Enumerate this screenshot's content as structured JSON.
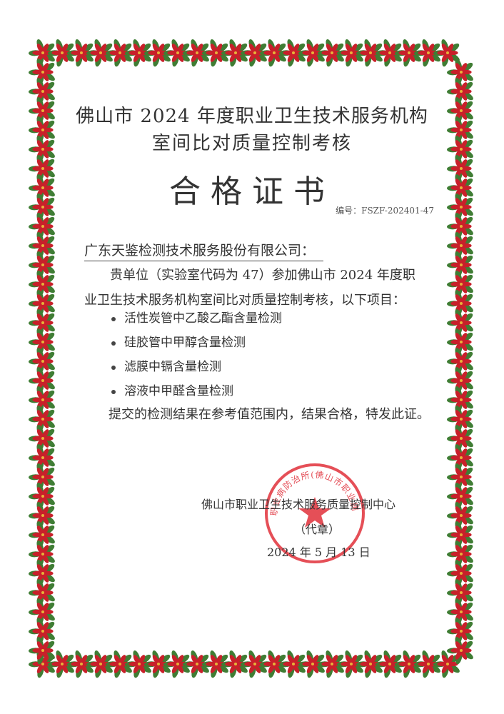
{
  "certificate": {
    "title_line1": "佛山市 2024 年度职业卫生技术服务机构",
    "title_line2": "室间比对质量控制考核",
    "heading": "合格证书",
    "serial": "编号：FSZF-202401-47",
    "recipient": "广东天鉴检测技术服务股份有限公司：",
    "body": "贵单位（实验室代码为 47）参加佛山市 2024 年度职业卫生技术服务机构室间比对质量控制考核，以下项目：",
    "items": [
      "活性炭管中乙酸乙酯含量检测",
      "硅胶管中甲醇含量检测",
      "滤膜中镉含量检测",
      "溶液中甲醛含量检测"
    ],
    "closing": "提交的检测结果在参考值范围内，结果合格，特发此证。",
    "issuer": "佛山市职业卫生技术服务质量控制中心",
    "acting": "（代章）",
    "date": "2024 年 5 月 13 日",
    "seal_text": "佛山市职业病防治所(佛山市职业病防治院)"
  },
  "colors": {
    "border_red": "#c8202a",
    "border_green": "#3f7d34",
    "border_gold": "#e6b43a",
    "seal_red": "#e0303a"
  }
}
